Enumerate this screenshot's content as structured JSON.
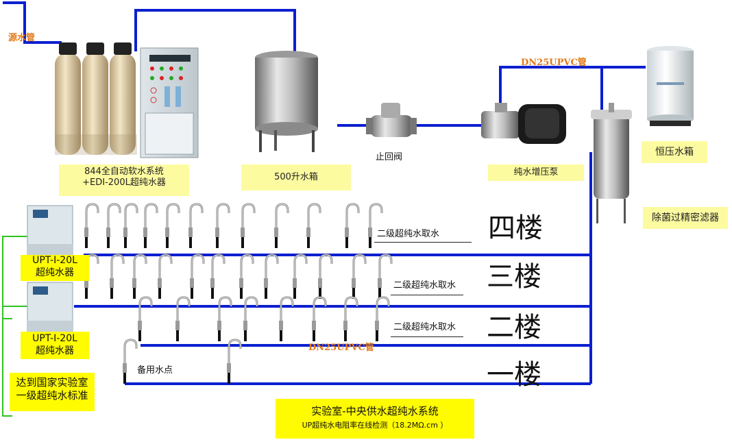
{
  "labels": {
    "source_pipe": "源水管",
    "softener_line1": "844全自动软水系统",
    "softener_line2": "+EDI-200L超纯水器",
    "tank500": "500升水箱",
    "check_valve": "止回阀",
    "booster_pump": "纯水增压泵",
    "pressure_tank": "恒压水箱",
    "filter": "除菌过精密滤器",
    "pipe_top": "DN25UPVC管",
    "pipe_mid": "DN25UPVC管",
    "upt_1_line1": "UPT-I-20L",
    "upt_1_line2": "超纯水器",
    "upt_2_line1": "UPT-I-20L",
    "upt_2_line2": "超纯水器",
    "standard_line1": "达到国家实验室",
    "standard_line2": "一级超纯水标准",
    "tap_label_4": "二级超纯水取水",
    "tap_label_3": "二级超纯水取水",
    "tap_label_2": "二级超纯水取水",
    "spare": "备用水点",
    "title": "实验室-中央供水超纯水系统",
    "subtitle": "UP超纯水电阻率在线检测（18.2MΩ.cm ）"
  },
  "floors": {
    "f4": "四楼",
    "f3": "三楼",
    "f2": "二楼",
    "f1": "一楼"
  },
  "colors": {
    "pipe_blue": "#0a1fd0",
    "pipe_green": "#2ec21f",
    "label_bg": "#fdfba0",
    "label_bg_strong": "#fffb00",
    "orange_text": "#e07a1a"
  }
}
